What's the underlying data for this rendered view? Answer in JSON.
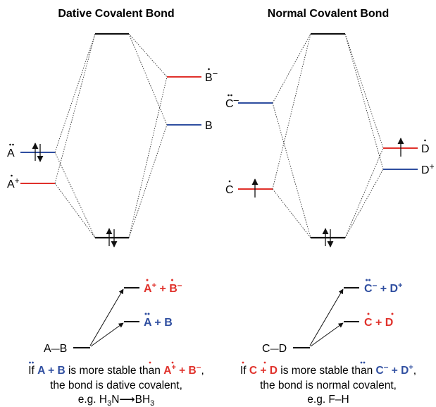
{
  "colors": {
    "red": "#e0312b",
    "blue": "#2f4ea0",
    "black": "#111111"
  },
  "dative": {
    "title": "Dative Covalent Bond",
    "label_A": "A",
    "label_Aplus": "A",
    "plus_sup": "+",
    "label_Bminus": "B",
    "minus_sup": "−",
    "label_B": "B",
    "bottom": {
      "ab": "A",
      "dash": "—",
      "bb": "B",
      "top_A": "A",
      "top_plus": "+",
      "top_sep": " + ",
      "top_B": "B",
      "top_minus": "–",
      "mid_A": "A",
      "mid_sep": " + ",
      "mid_B": "B"
    },
    "caption": {
      "if": "If ",
      "a": "A",
      "plusword": " + ",
      "b": "B",
      "stable": " is more stable than ",
      "a2": "A",
      "plus_sup": "+",
      "plus2": " + ",
      "b2": "B",
      "minus_sup": "–",
      "comma": ",",
      "line2": "the bond is dative covalent,",
      "eg_prefix": "e.g. H",
      "eg_sub3": "3",
      "eg_n": "N",
      "eg_arrow": "⟶",
      "eg_bh": "BH",
      "eg_sub3b": "3"
    }
  },
  "normal": {
    "title": "Normal Covalent Bond",
    "label_Cminus": "C",
    "minus_sup": "–",
    "label_C": "C",
    "label_D": "D",
    "label_Dplus": "D",
    "plus_sup": "+",
    "bottom": {
      "cc": "C",
      "dash": "—",
      "dd": "D",
      "top_C": "C",
      "top_minus": "–",
      "top_sep": " + ",
      "top_D": "D",
      "top_plus": "+",
      "mid_C": "C",
      "mid_sep": " + ",
      "mid_D": "D"
    },
    "caption": {
      "if": "If ",
      "c": "C",
      "plusword": " + ",
      "d": "D",
      "stable": " is more stable than ",
      "c2": "C",
      "minus_sup": "–",
      "plus2": " + ",
      "d2": "D",
      "plus_sup": "+",
      "comma": ",",
      "line2": "the bond is normal covalent,",
      "eg": "e.g. F–H"
    }
  }
}
